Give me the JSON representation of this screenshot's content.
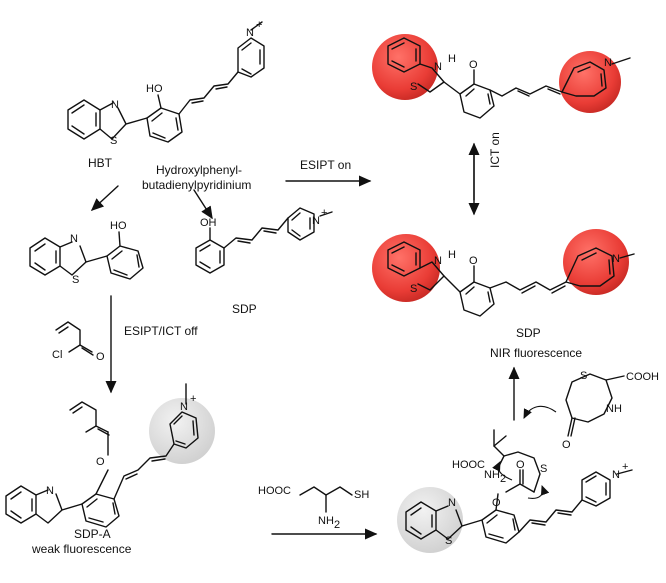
{
  "labels": {
    "hbt": "HBT",
    "name_line1": "Hydroxylphenyl-",
    "name_line2": "butadienylpyridinium",
    "esipt_on": "ESIPT on",
    "ict_on": "ICT on",
    "esipt_ict_off": "ESIPT/ICT off",
    "sdp_mid": "SDP",
    "sdp_right": "SDP",
    "nir": "NIR fluorescence",
    "sdpa": "SDP-A",
    "weak": "weak fluorescence"
  },
  "atoms": {
    "N": "N",
    "S": "S",
    "O": "O",
    "HO": "HO",
    "OH": "OH",
    "H": "H",
    "Nplus": "N",
    "plus": "+",
    "Cl": "Cl",
    "HOOC": "HOOC",
    "COOH": "COOH",
    "NH": "NH",
    "NH2": "NH2",
    "SH": "SH",
    "H2sub": "2",
    "O_lactam": "O"
  },
  "colors": {
    "highlight_red": "#e8322b",
    "highlight_grey": "#d8d8d8",
    "ink": "#111111"
  }
}
